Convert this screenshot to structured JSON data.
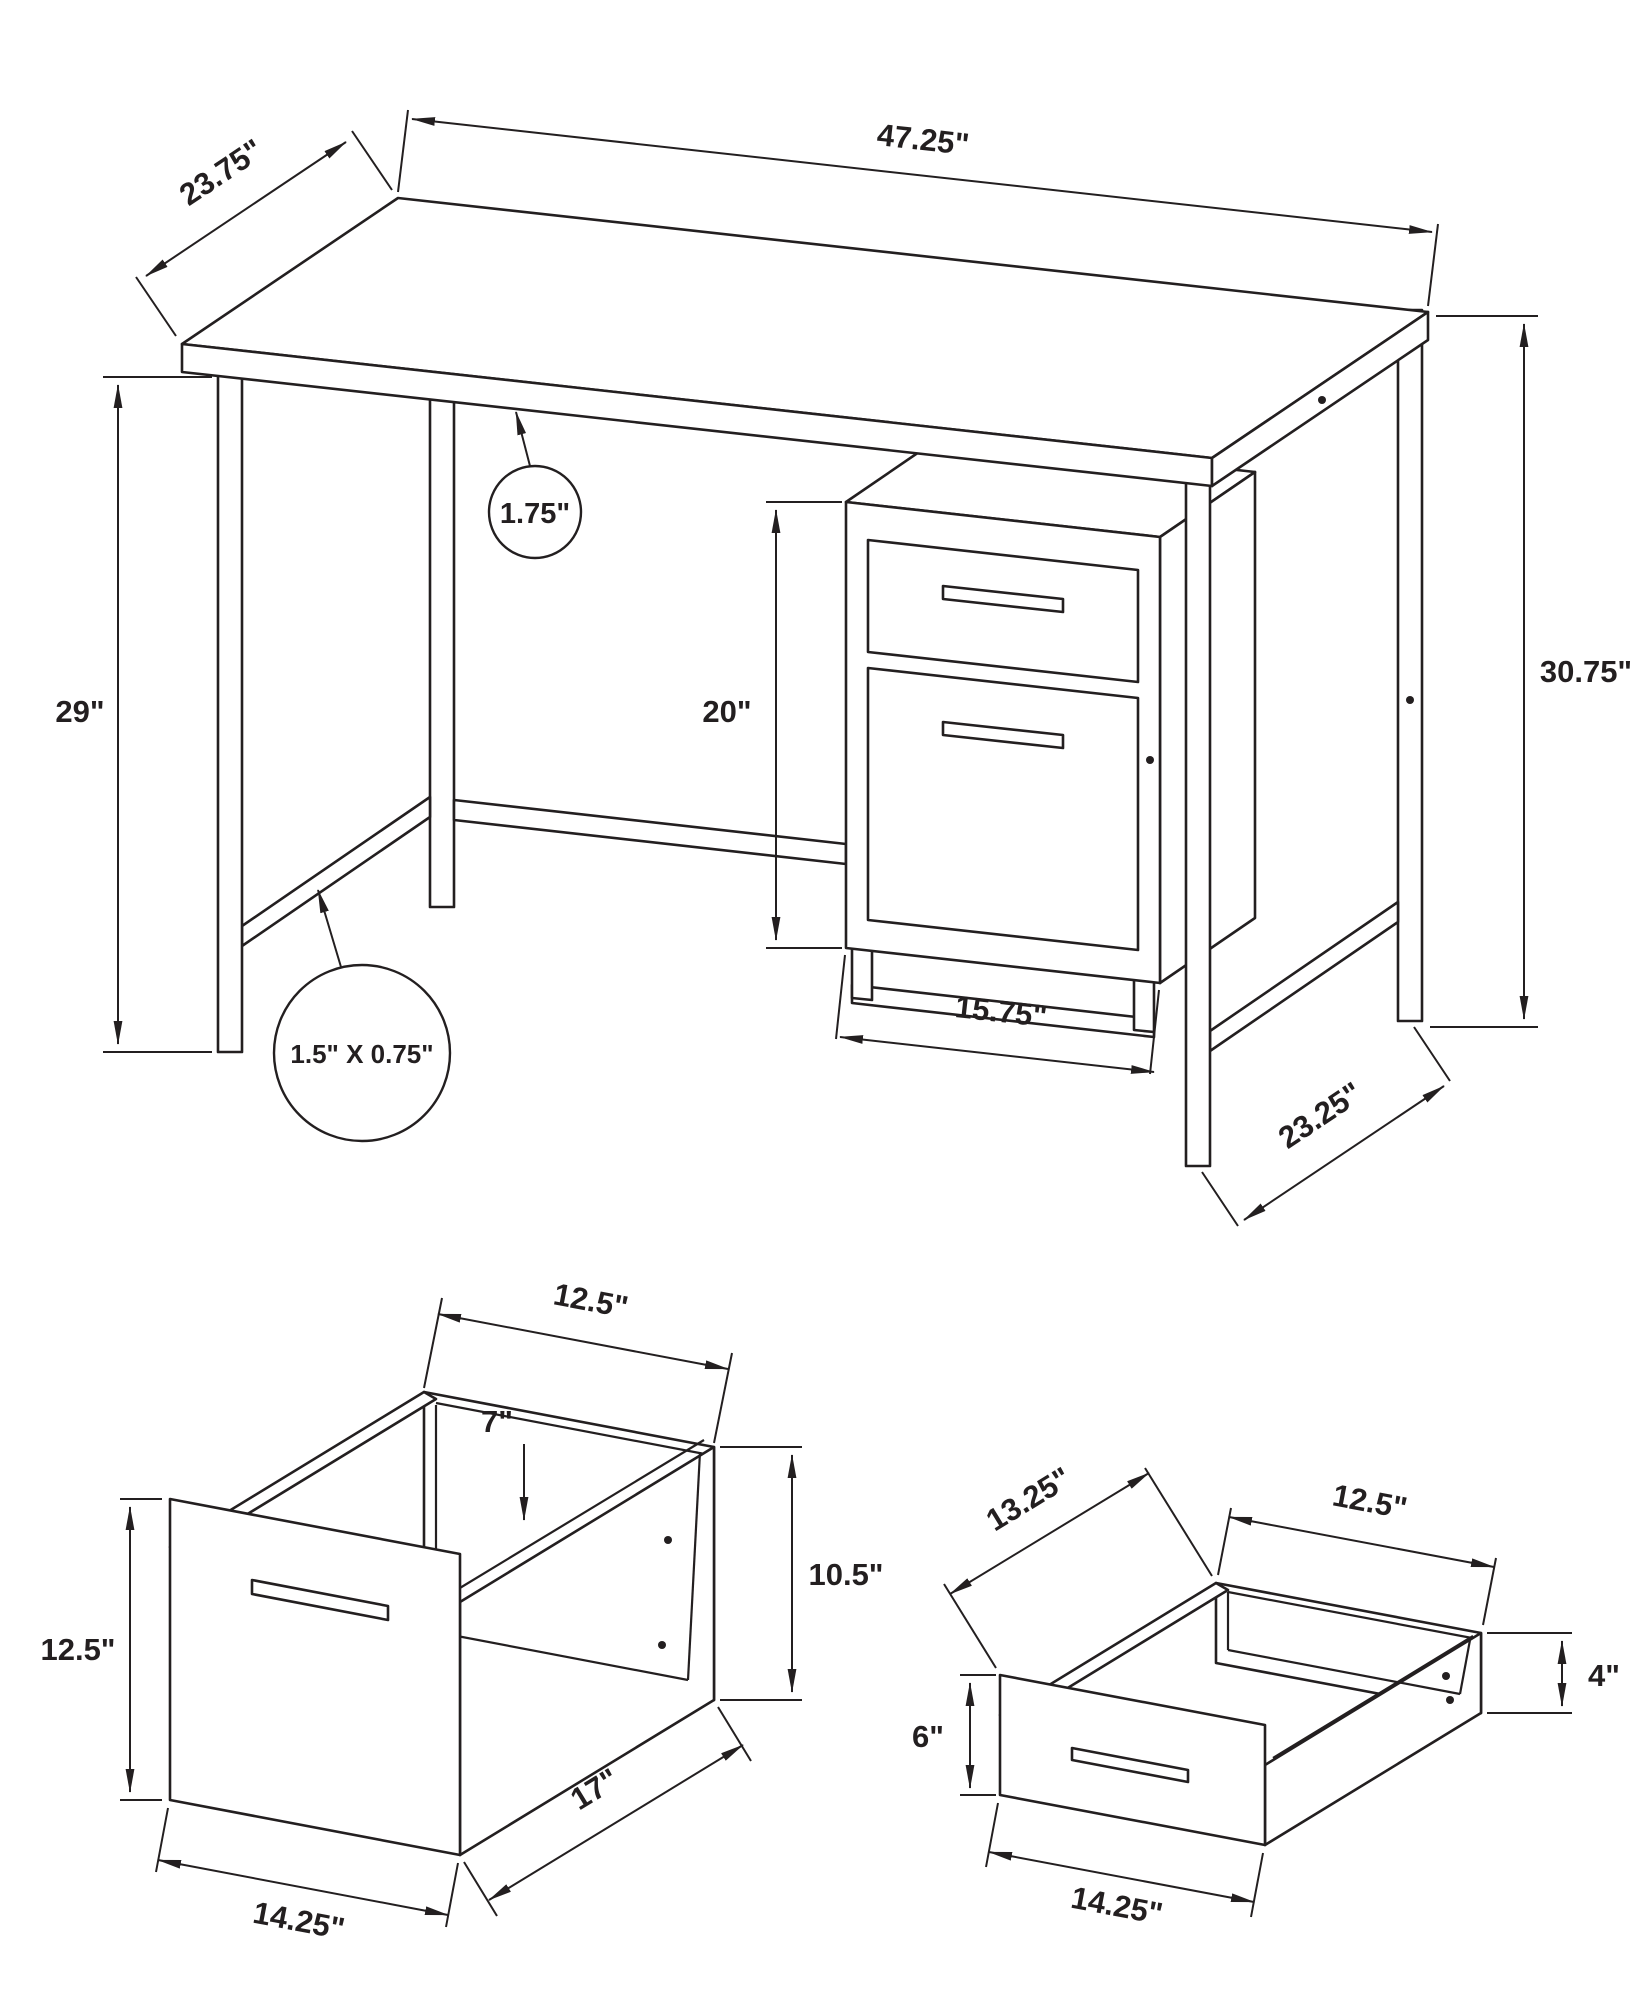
{
  "page": {
    "background": "#ffffff",
    "ink": "#231f20"
  },
  "views": {
    "desk": {
      "dims": {
        "top_depth": "23.75\"",
        "top_width": "47.25\"",
        "top_thickness": "1.75\"",
        "leg_height": "29\"",
        "knee_clearance": "20\"",
        "overall_height": "30.75\"",
        "frame_tube": "1.5\" X 0.75\"",
        "pedestal_width": "15.75\"",
        "base_depth": "23.25\""
      }
    },
    "file_drawer": {
      "dims": {
        "top_width": "12.5\"",
        "inner_height": "7\"",
        "back_height": "10.5\"",
        "front_height": "12.5\"",
        "side_depth": "17\"",
        "front_width": "14.25\""
      }
    },
    "small_drawer": {
      "dims": {
        "side_depth": "13.25\"",
        "top_width": "12.5\"",
        "front_height": "6\"",
        "side_height": "4\"",
        "front_width": "14.25\""
      }
    }
  }
}
